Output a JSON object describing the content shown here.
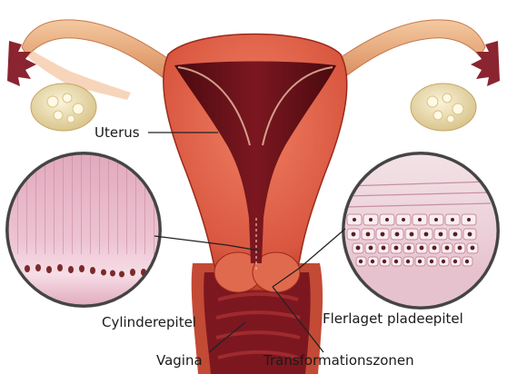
{
  "labels": {
    "uterus": "Uterus",
    "cylinderepitel": "Cylinderepitel",
    "flerlaget": "Flerlaget pladeepitel",
    "vagina": "Vagina",
    "transformationszonen": "Transformationszonen"
  },
  "colors": {
    "uterus_body": "#e0624a",
    "uterus_dark": "#b23324",
    "cavity": "#6e1016",
    "tube": "#e8a070",
    "ovary": "#f2e6c0",
    "cylinder_tissue": "#e9b7c7",
    "squamous_tissue": "#eedbe0",
    "leader_line": "#222222"
  }
}
